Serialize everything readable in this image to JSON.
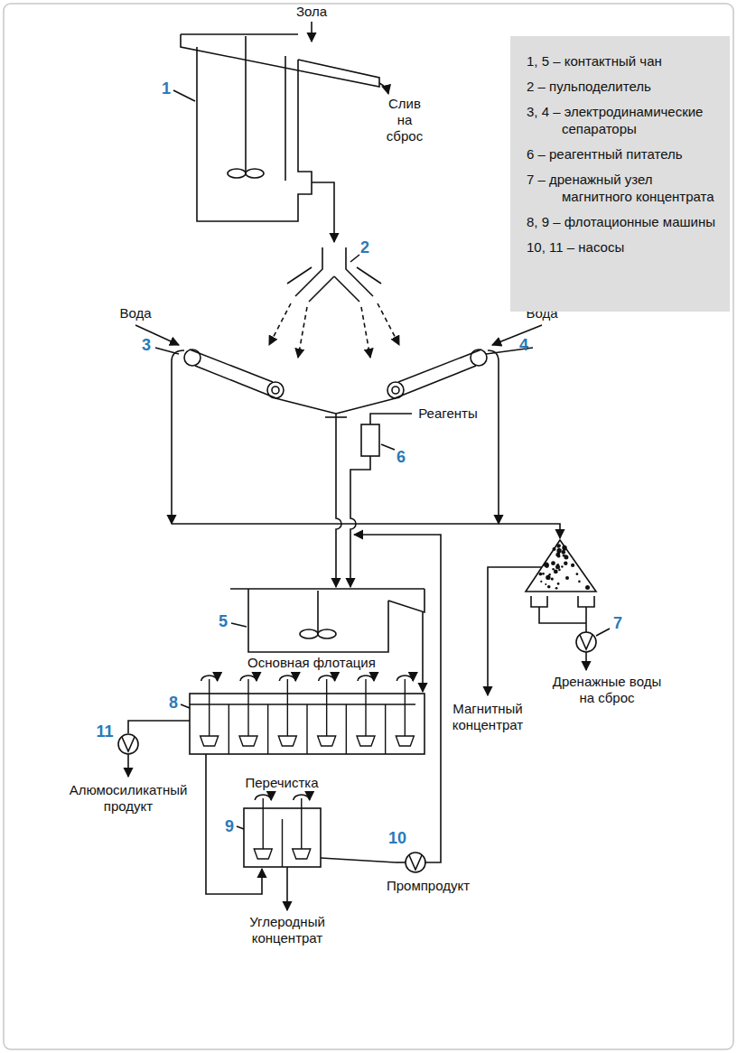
{
  "diagram": {
    "labels": [
      "Зола",
      "1",
      "Слив на сброс",
      "2",
      "Вода",
      "Вода",
      "3",
      "4",
      "Реагенты",
      "6",
      "5",
      "Основная флотация",
      "8",
      "11",
      "Алюмосиликатный продукт",
      "Перечистка",
      "9",
      "10",
      "Промпродукт",
      "Углеродный концентрат",
      "Магнитный концентрат",
      "7",
      "Дренажные воды на сброс"
    ],
    "legend": [
      {
        "text": "1, 5 – контактный чан"
      },
      {
        "text": "2 – пульподелитель"
      },
      {
        "text": "3, 4 – электродинамические сепараторы"
      },
      {
        "text": "6 – реагентный питатель"
      },
      {
        "text": "7 – дренажный узел магнитного концентрата"
      },
      {
        "text": "8, 9 – флотационные машины"
      },
      {
        "text": "10, 11 – насосы"
      }
    ]
  }
}
